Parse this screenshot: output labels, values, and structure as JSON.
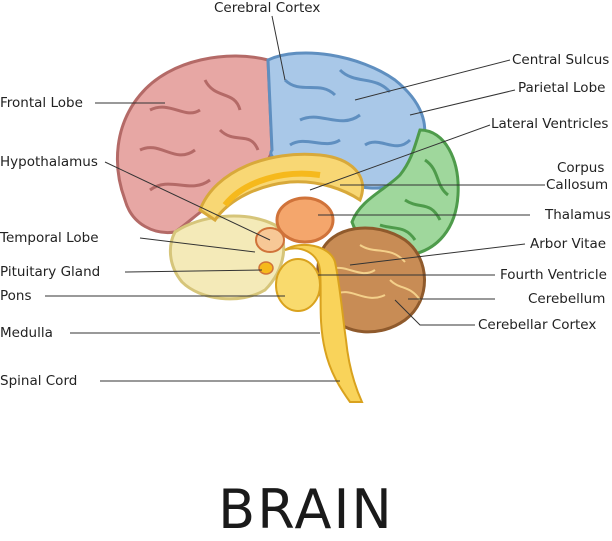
{
  "title": "BRAIN",
  "labels": {
    "cerebral_cortex": "Cerebral Cortex",
    "central_sulcus": "Central Sulcus",
    "frontal_lobe": "Frontal Lobe",
    "parietal_lobe": "Parietal Lobe",
    "lateral_ventricles": "Lateral Ventricles",
    "hypothalamus": "Hypothalamus",
    "corpus_callosum_1": "Corpus",
    "corpus_callosum_2": "Callosum",
    "thalamus": "Thalamus",
    "temporal_lobe": "Temporal Lobe",
    "arbor_vitae": "Arbor Vitae",
    "pituitary_gland": "Pituitary Gland",
    "fourth_ventricle": "Fourth Ventricle",
    "pons": "Pons",
    "cerebellum": "Cerebellum",
    "cerebellar_cortex": "Cerebellar Cortex",
    "medulla": "Medulla",
    "spinal_cord": "Spinal Cord"
  },
  "colors": {
    "frontal": "#e7a7a4",
    "parietal": "#a9c8e8",
    "occipital": "#9fd79c",
    "temporal": "#f4eab8",
    "corpus": "#f8d774",
    "thalamus": "#f4a66c",
    "cerebellum": "#c88c55",
    "brainstem": "#f9d35a",
    "leader": "#333333"
  }
}
